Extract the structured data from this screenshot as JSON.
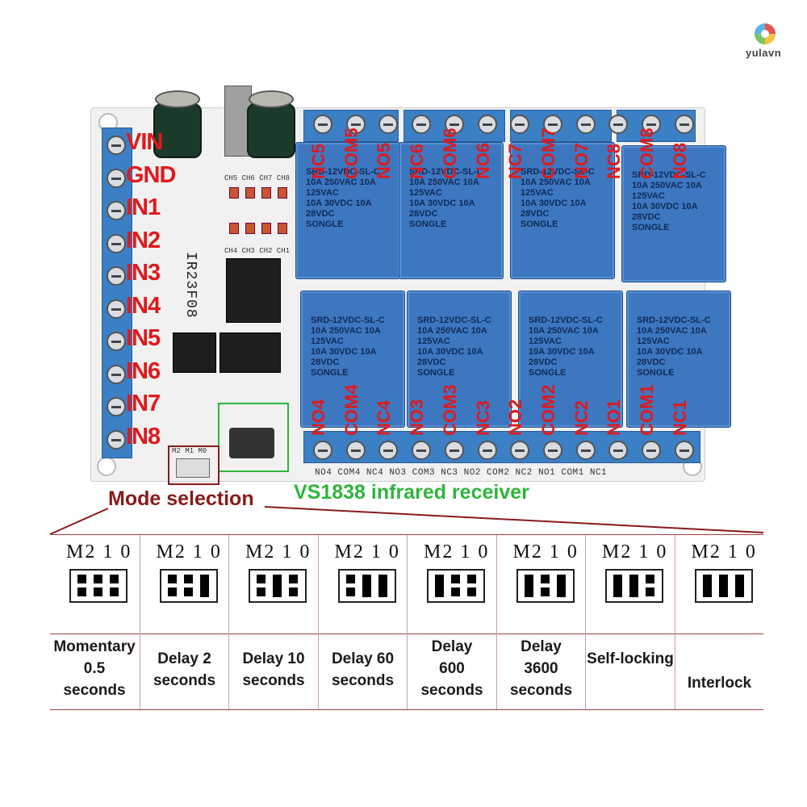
{
  "brand": {
    "name": "yulavn"
  },
  "colors": {
    "label_red": "#e0191c",
    "ir_green": "#2fb53a",
    "mode_brown": "#8a1a1a",
    "relay_blue": "#3d77c0"
  },
  "board": {
    "pin_labels": [
      "VIN",
      "GND",
      "IN1",
      "IN2",
      "IN3",
      "IN4",
      "IN5",
      "IN6",
      "IN7",
      "IN8"
    ],
    "chip_label": "IR23F08",
    "led_labels_top": "CH5 CH6 CH7 CH8",
    "led_labels_mid": "CH4 CH3 CH2 CH1",
    "jumper_labels": "M2 M1 M0",
    "bottom_silk": "NO4 COM4 NC4 NO3 COM3 NC3 NO2 COM2 NC2 NO1 COM1 NC1",
    "relay_print": [
      "SRD-12VDC-SL-C",
      "10A 250VAC 10A 125VAC",
      "10A 30VDC 10A 28VDC",
      "SONGLE"
    ],
    "top_relay_labels": [
      "NC5",
      "COM5",
      "NO5",
      "NC6",
      "COM6",
      "NO6",
      "NC7",
      "COM7",
      "NO7",
      "NC8",
      "COM8",
      "NO8"
    ],
    "bottom_relay_labels": [
      "NO4",
      "COM4",
      "NC4",
      "NO3",
      "COM3",
      "NC3",
      "NO2",
      "COM2",
      "NC2",
      "NO1",
      "COM1",
      "NC1"
    ]
  },
  "ir_receiver": {
    "label": "VS1838 infrared receiver"
  },
  "mode_selection": {
    "title": "Mode selection",
    "code_header": "M2 1 0",
    "modes": [
      {
        "label_lines": [
          "Momentary",
          "0.5",
          "seconds"
        ],
        "jumper": [
          0,
          0,
          0
        ]
      },
      {
        "label_lines": [
          "Delay 2",
          "seconds"
        ],
        "jumper": [
          0,
          0,
          1
        ]
      },
      {
        "label_lines": [
          "Delay 10",
          "seconds"
        ],
        "jumper": [
          0,
          1,
          0
        ]
      },
      {
        "label_lines": [
          "Delay 60",
          "seconds"
        ],
        "jumper": [
          0,
          1,
          1
        ]
      },
      {
        "label_lines": [
          "Delay",
          "600",
          "seconds"
        ],
        "jumper": [
          1,
          0,
          0
        ]
      },
      {
        "label_lines": [
          "Delay",
          "3600",
          "seconds"
        ],
        "jumper": [
          1,
          0,
          1
        ]
      },
      {
        "label_lines": [
          "Self-locking"
        ],
        "jumper": [
          1,
          1,
          0
        ]
      },
      {
        "label_lines": [
          "Interlock"
        ],
        "jumper": [
          1,
          1,
          1
        ]
      }
    ]
  }
}
